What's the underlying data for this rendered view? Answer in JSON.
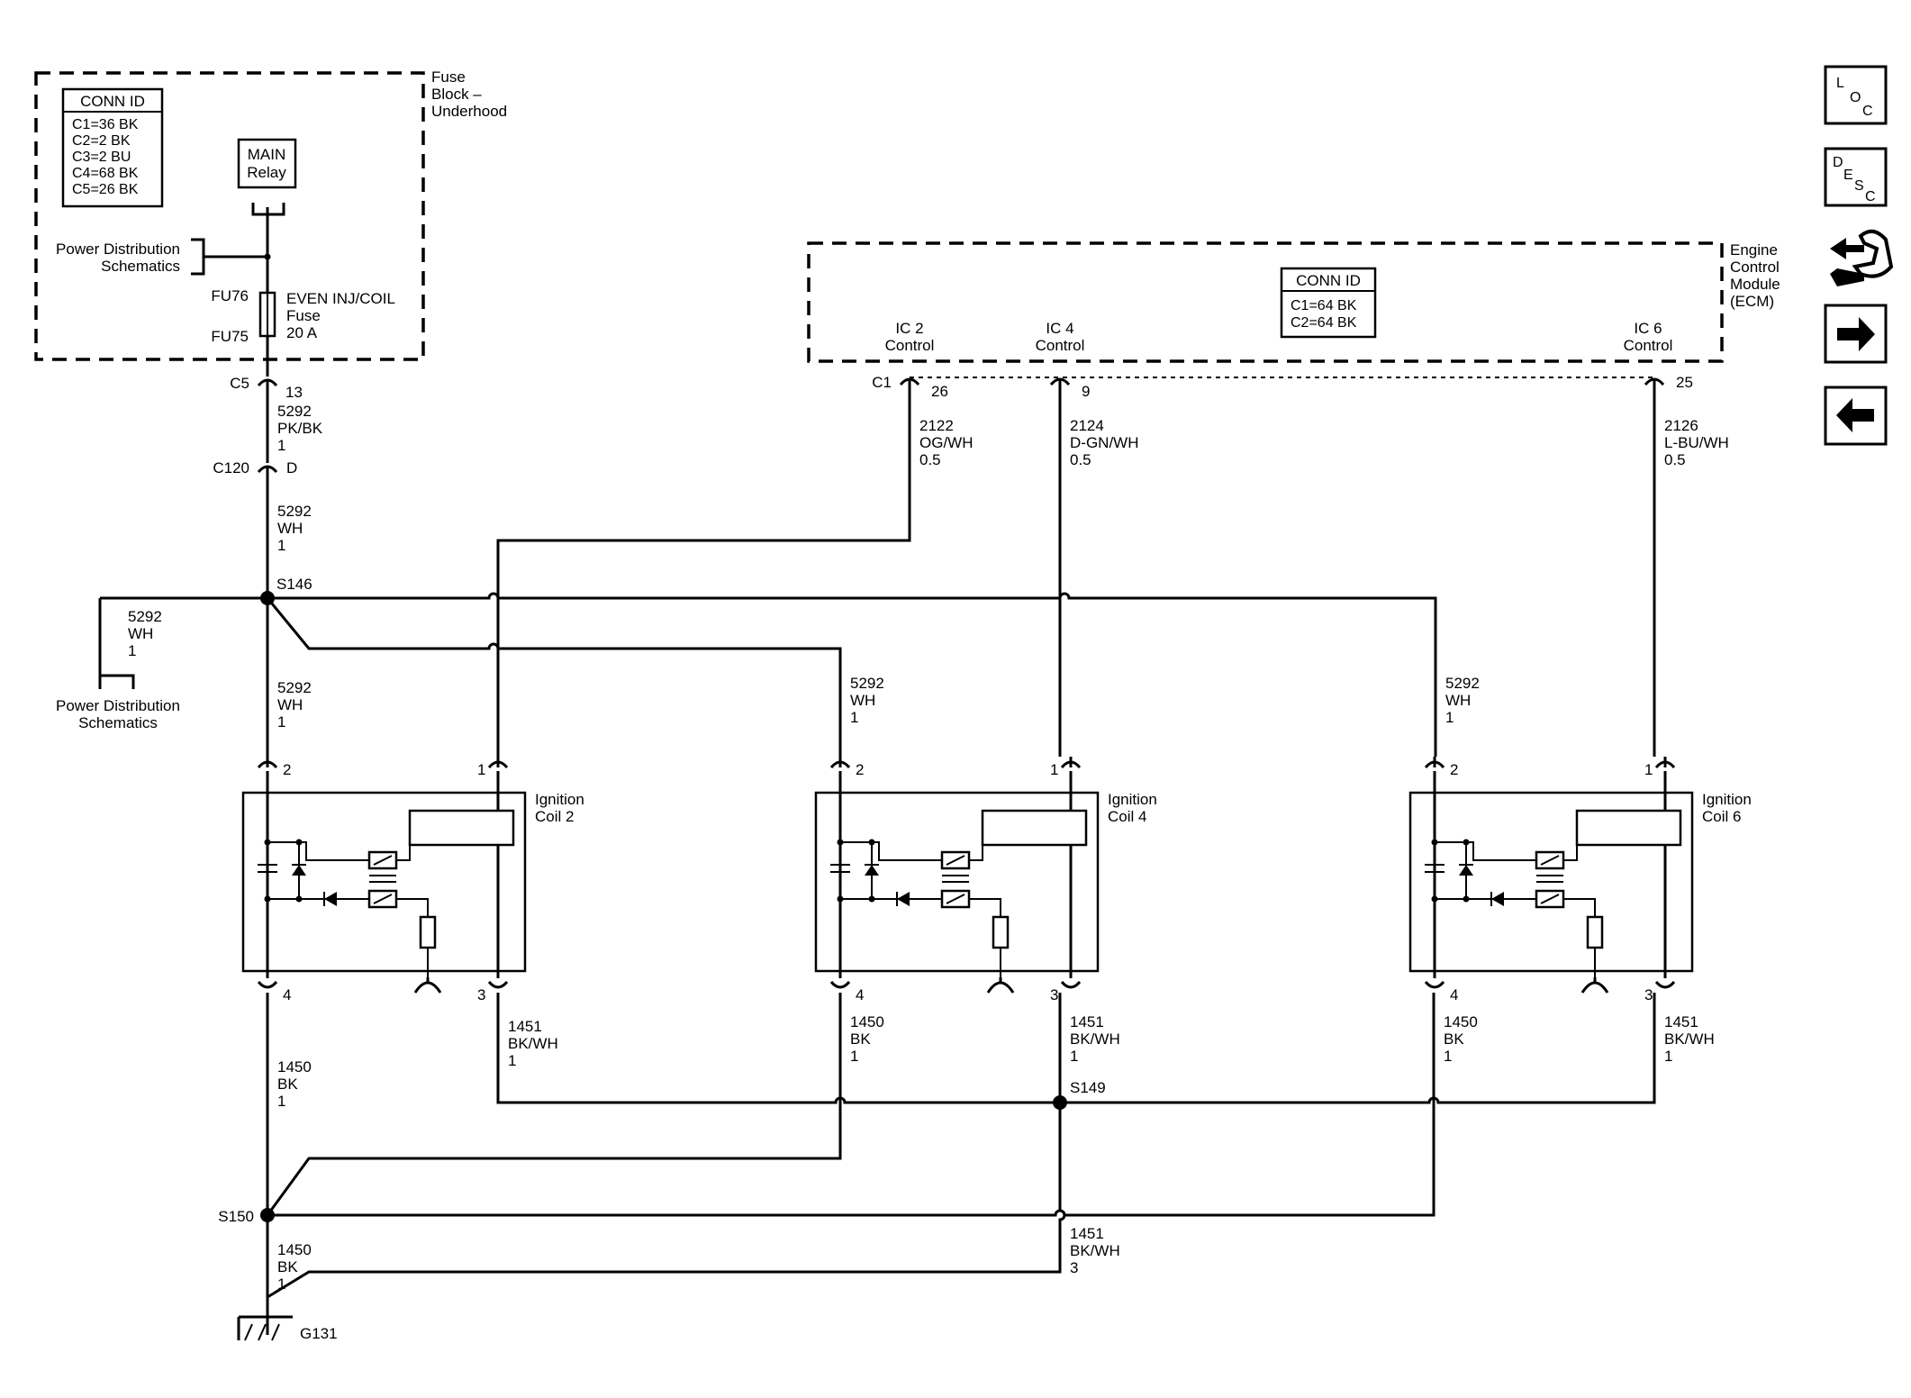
{
  "fuse_block": {
    "title_lines": [
      "Fuse",
      "Block –",
      "Underhood"
    ],
    "conn_id_title": "CONN ID",
    "conn_ids": [
      "C1=36 BK",
      "C2=2 BK",
      "C3=2 BU",
      "C4=68 BK",
      "C5=26 BK"
    ],
    "main_relay": [
      "MAIN",
      "Relay"
    ],
    "power_dist": [
      "Power Distribution",
      "Schematics"
    ],
    "fuse_top_label": "FU76",
    "fuse_bottom_label": "FU75",
    "fuse_name": [
      "EVEN INJ/COIL",
      "Fuse",
      "20 A"
    ],
    "connector": "C5",
    "pin": "13"
  },
  "ecm": {
    "title_lines": [
      "Engine",
      "Control",
      "Module",
      "(ECM)"
    ],
    "conn_id_title": "CONN ID",
    "conn_ids": [
      "C1=64 BK",
      "C2=64 BK"
    ],
    "connector": "C1",
    "controls": [
      {
        "label": [
          "IC 2",
          "Control"
        ],
        "pin": "26",
        "wire": [
          "2122",
          "OG/WH",
          "0.5"
        ]
      },
      {
        "label": [
          "IC 4",
          "Control"
        ],
        "pin": "9",
        "wire": [
          "2124",
          "D-GN/WH",
          "0.5"
        ]
      },
      {
        "label": [
          "IC 6",
          "Control"
        ],
        "pin": "25",
        "wire": [
          "2126",
          "L-BU/WH",
          "0.5"
        ]
      }
    ]
  },
  "wires": {
    "w5292_pkbk": [
      "5292",
      "PK/BK",
      "1"
    ],
    "c120": "C120",
    "c120_pin": "D",
    "w5292_wh_a": [
      "5292",
      "WH",
      "1"
    ],
    "s146": "S146",
    "w5292_wh_left": [
      "5292",
      "WH",
      "1"
    ],
    "power_dist_left": [
      "Power Distribution",
      "Schematics"
    ],
    "w5292_wh_coil2": [
      "5292",
      "WH",
      "1"
    ],
    "w5292_wh_coil4": [
      "5292",
      "WH",
      "1"
    ],
    "w5292_wh_coil6": [
      "5292",
      "WH",
      "1"
    ],
    "w1450_bk_coil2": [
      "1450",
      "BK",
      "1"
    ],
    "w1451_bkwh_coil2": [
      "1451",
      "BK/WH",
      "1"
    ],
    "w1450_bk_coil4": [
      "1450",
      "BK",
      "1"
    ],
    "w1451_bkwh_coil4": [
      "1451",
      "BK/WH",
      "1"
    ],
    "w1450_bk_coil6": [
      "1450",
      "BK",
      "1"
    ],
    "w1451_bkwh_coil6": [
      "1451",
      "BK/WH",
      "1"
    ],
    "s149": "S149",
    "s150": "S150",
    "w1450_bk_ground": [
      "1450",
      "BK",
      "1"
    ],
    "w1451_bkwh_ground": [
      "1451",
      "BK/WH",
      "3"
    ],
    "g131": "G131"
  },
  "coils": [
    {
      "name": [
        "Ignition",
        "Coil 2"
      ],
      "pins": [
        "2",
        "1",
        "4",
        "3"
      ]
    },
    {
      "name": [
        "Ignition",
        "Coil 4"
      ],
      "pins": [
        "2",
        "1",
        "4",
        "3"
      ]
    },
    {
      "name": [
        "Ignition",
        "Coil 6"
      ],
      "pins": [
        "2",
        "1",
        "4",
        "3"
      ]
    }
  ],
  "nav": {
    "loc": [
      "L",
      "O",
      "C"
    ],
    "desc": [
      "D",
      "E",
      "S",
      "C"
    ],
    "forward_icon": "arrow-right-icon",
    "back_icon": "arrow-left-icon",
    "connector_icon": "connector-icon"
  }
}
